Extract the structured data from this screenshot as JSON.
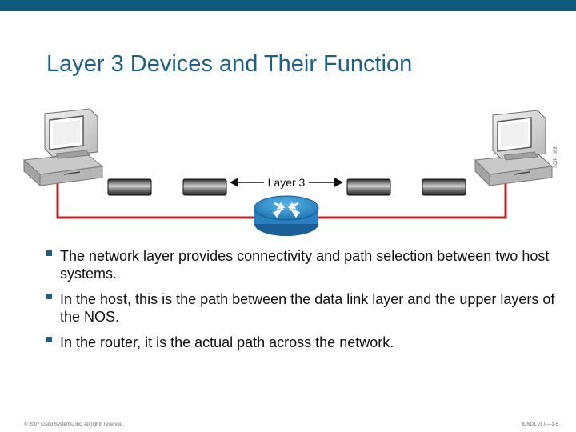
{
  "slide": {
    "title": "Layer 3 Devices and Their Function",
    "diagram": {
      "layer_label": "Layer 3",
      "figure_id": "3CIP_088",
      "icons": {
        "left_host": "computer-icon",
        "right_host": "computer-icon",
        "router": "router-icon",
        "links": "network-segment-icon"
      },
      "colors": {
        "link_line": "#c0232a",
        "router_body": "#2d8fd0",
        "title": "#1f5f86",
        "header_bar": "#0e5a78"
      }
    },
    "bullets": [
      "The network layer provides connectivity and path selection between two host systems.",
      "In the host, this is the path between the data link layer and the upper layers of the NOS.",
      "In the router, it is the actual path across the network."
    ],
    "footer": {
      "copyright": "© 2007 Cisco Systems, Inc. All rights reserved.",
      "course": "ICND1 v1.0—1-5"
    }
  }
}
